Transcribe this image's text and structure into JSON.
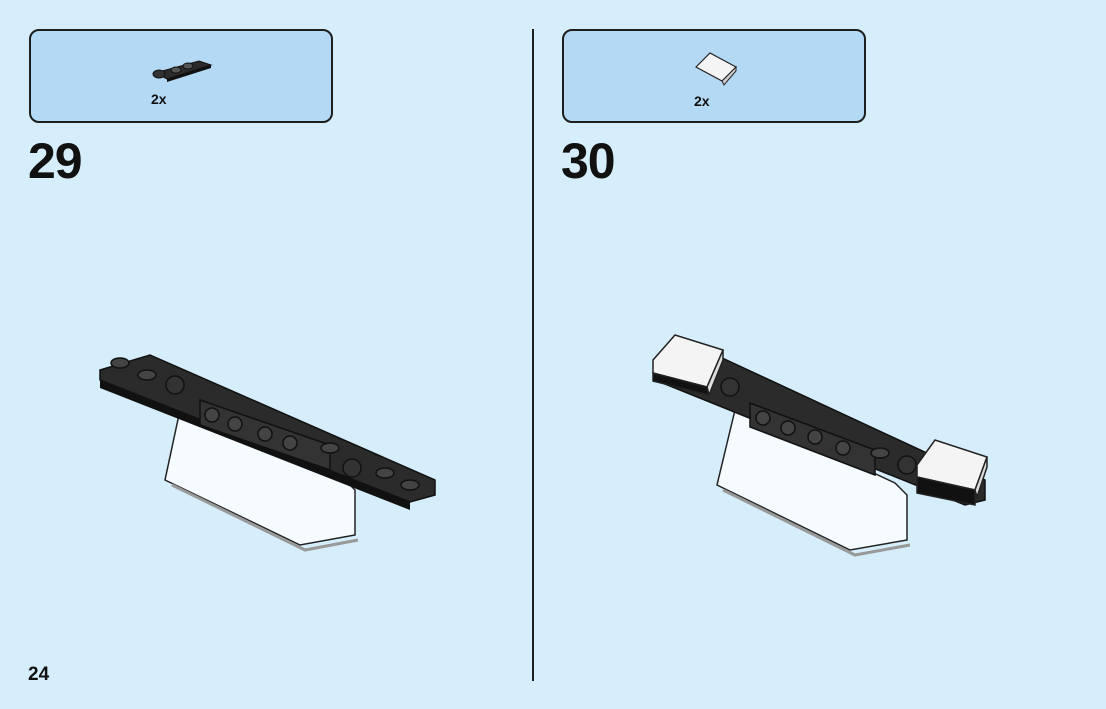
{
  "steps": [
    {
      "number": "29",
      "parts_quantity": "2x",
      "part_icon": "plate-1x2-clip-icon"
    },
    {
      "number": "30",
      "parts_quantity": "2x",
      "part_icon": "slope-tile-icon"
    }
  ],
  "page_number": "24",
  "colors": {
    "background": "#d6eefc",
    "parts_box": "#b3d9f4",
    "brick_dark": "#2b2b2b",
    "brick_white": "#f4f4f4"
  }
}
